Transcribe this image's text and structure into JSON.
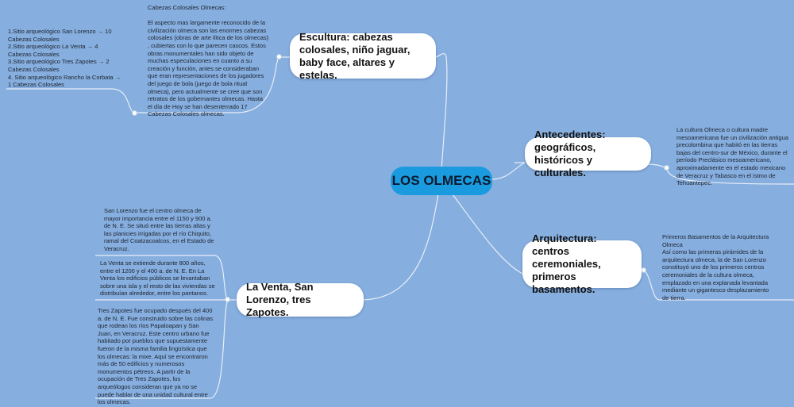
{
  "central": {
    "label": "LOS OLMECAS"
  },
  "topics": {
    "escultura": "Escultura: cabezas colosales, niño jaguar,  baby face, altares y estelas.",
    "antecedentes": "Antecedentes: geográficos, históricos y culturales.",
    "arquitectura": "Arquitectura: centros ceremoniales, primeros basamentos.",
    "laventa": "La Venta, San Lorenzo, tres Zapotes."
  },
  "notes": {
    "escultura_main": "Cabezas Colosales Olmecas:\n\nEl aspecto mas largamente reconocido de la\ncivilización olmeca son las enormes cabezas\ncolosales (obras de arte lítica de los olmecas)\n, cubiertas con lo que parecen cascos. Estos\nobras monumentales han sido objeto de\nmuchas especulaciones en cuanto a su\ncreación y función, antes se consideraban\nque eran representaciones de los jugadores\ndel juego de bola (juego de bola ritual\nolmeca), pero actualmente se cree que son\nretratos de los gobernantes olmecas. Hasta\nel día de Hoy se han desenterrado 17\nCabezas Colosales olmecas.",
    "escultura_list": "1.Sitio arqueológico  San Lorenzo → 10\nCabezas Colosales\n2.Sitio arqueológico  La Venta → 4\nCabezas Colosales\n3.Sitio arqueológico  Tres Zapotes → 2\nCabezas Colosales\n4. Sitio arqueológico  Rancho la Corbata →\n1 Cabezas Colosales",
    "antecedentes": "La cultura Olmeca o cultura madre\nmesoamericana fue un civilización antigua\nprecolombina que habitó en las tierras\nbajas del centro-sur de México, durante el\nperíodo Preclásico mesoamericano,\naproximadamente en el estado mexicano\nde Veracruz y Tabasco en el istmo de\nTehuantepec.",
    "arquitectura": "Primeros Basamentos de la Arquitectura\nOlmeca\nAsí como las primeras pirámides de la\narquitectura olmeca, la de San Lorenzo\nconstituyó uno de los primeros centros\nceremoniales de la cultura olmeca,\nemplazado en una explanada levantada\nmediante un gigantesco desplazamiento\nde tierra.",
    "sanlorenzo": "San Lorenzo fue el centro olmeca de\nmayor importancia entre el 1150 y 900 a.\nde N. E. Se situó entre las  tierras  altas y\nlas planicies irrigadas por el río Chiquito,\nramal del Coatzacoalcos, en el Estado de\nVeracruz.",
    "laventa": "La Venta  se extiende durante 800 años,\n entre el 1200 y el 400 a. de N. E. En La\nVenta los edificios públicos se levantaban\nsobre una isla y el resto de las viviendas se\ndistribuían alrededor, entre los pantanos.",
    "treszapotes": "Tres Zapotes fue ocupado después del 400\n a. de N. E. Fue construido sobre las colinas\n que rodean los  ríos  Papaloapan  y  San\n Juan, en Veracruz. Este centro urbano fue\n habitado  por pueblos  que supuestamente\n fueron de la misma  familia lingüística  que\n los olmecas: la mixe. Aquí se encontraron\n más de 50 edificios y numerosos\n monumentos pétreos.  A partir de la\n ocupación   de  Tres Zapotes,  los\n arqueólogos   consideran  que ya no se\n puede hablar de una  unidad cultural entre\n los olmecas."
  }
}
